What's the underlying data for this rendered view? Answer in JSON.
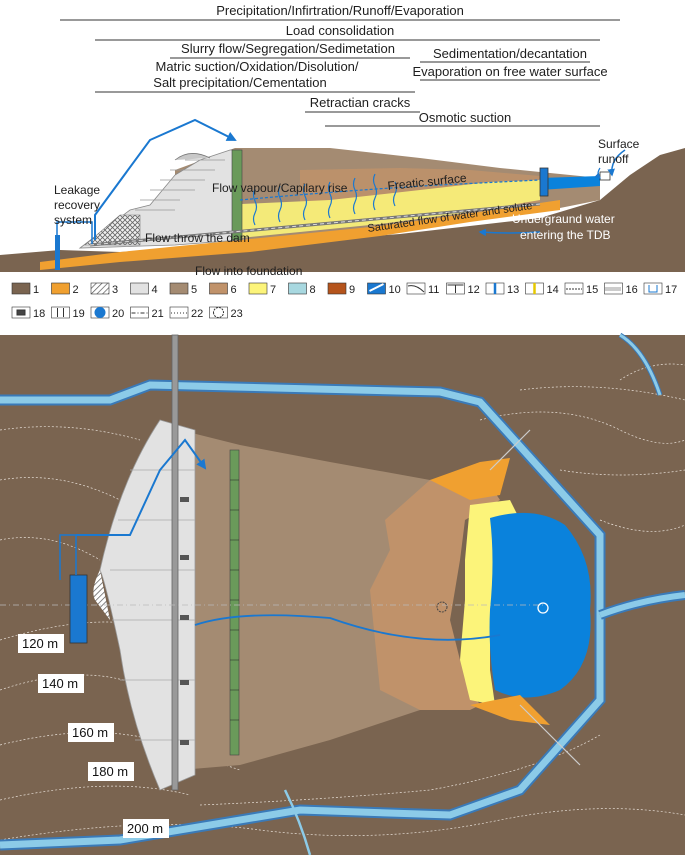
{
  "process_bars": [
    {
      "id": "p1",
      "text": "Precipitation/Infirtration/Runoff/Evaporation"
    },
    {
      "id": "p2",
      "text": "Load consolidation"
    },
    {
      "id": "p3",
      "text": "Slurry flow/Segregation/Sedimetation"
    },
    {
      "id": "p4",
      "text": "Sedimentation/decantation"
    },
    {
      "id": "p5",
      "text": "Evaporation on free water surface"
    },
    {
      "id": "p6a",
      "text": "Matric suction/Oxidation/Disolution/"
    },
    {
      "id": "p6b",
      "text": "Salt precipitation/Cementation"
    },
    {
      "id": "p7",
      "text": "Retractian cracks"
    },
    {
      "id": "p8",
      "text": "Osmotic suction"
    }
  ],
  "section_labels": {
    "leakage_1": "Leakage",
    "leakage_2": "recovery",
    "leakage_3": "system",
    "flow_vapour": "Flow vapour/Capilary rise",
    "freatic": "Freatic surface",
    "saturated": "Saturated flow of water and solute",
    "flow_dam": "Flow throw the dam",
    "flow_foundation": "Flow into foundation",
    "groundwater_1": "Undergraund water",
    "groundwater_2": "entering the TDB",
    "runoff_1": "Surface",
    "runoff_2": "runoff"
  },
  "legend": [
    {
      "num": "1",
      "color": "#7a6450"
    },
    {
      "num": "2",
      "color": "#f0a030"
    },
    {
      "num": "3",
      "color": "#ffffff",
      "pattern": "hatch"
    },
    {
      "num": "4",
      "color": "#e2e2e2"
    },
    {
      "num": "5",
      "color": "#a48b72"
    },
    {
      "num": "6",
      "color": "#c0926a"
    },
    {
      "num": "7",
      "color": "#fcf47a"
    },
    {
      "num": "8",
      "color": "#a8d8e0"
    },
    {
      "num": "9",
      "color": "#b5541c"
    },
    {
      "num": "10",
      "color": "#1a78d0",
      "icon": "water-flow"
    },
    {
      "num": "11",
      "icon": "pipe-curve"
    },
    {
      "num": "12",
      "icon": "pipe-tee"
    },
    {
      "num": "13",
      "icon": "pipe-blue-joint"
    },
    {
      "num": "14",
      "icon": "pipe-yellow-joint"
    },
    {
      "num": "15",
      "icon": "dashed-pipe"
    },
    {
      "num": "16",
      "icon": "perforated-pipe"
    },
    {
      "num": "17",
      "icon": "outlet-box"
    },
    {
      "num": "18",
      "icon": "dark-joint"
    },
    {
      "num": "19",
      "icon": "white-joint"
    },
    {
      "num": "20",
      "icon": "circle-outlet"
    },
    {
      "num": "21",
      "icon": "dash-dot-line"
    },
    {
      "num": "22",
      "icon": "dotted-line"
    },
    {
      "num": "23",
      "icon": "dashed-circle"
    }
  ],
  "contours": [
    "120 m",
    "140 m",
    "160 m",
    "180 m",
    "200 m"
  ],
  "colors": {
    "ground": "#7a6450",
    "tailings_coarse": "#a48b72",
    "tailings_fine": "#c0926a",
    "sand": "#fcf47a",
    "water": "#0a82dc",
    "drain": "#f0a030",
    "dam": "#e2e2e2",
    "channel": "#8ccbe8"
  }
}
